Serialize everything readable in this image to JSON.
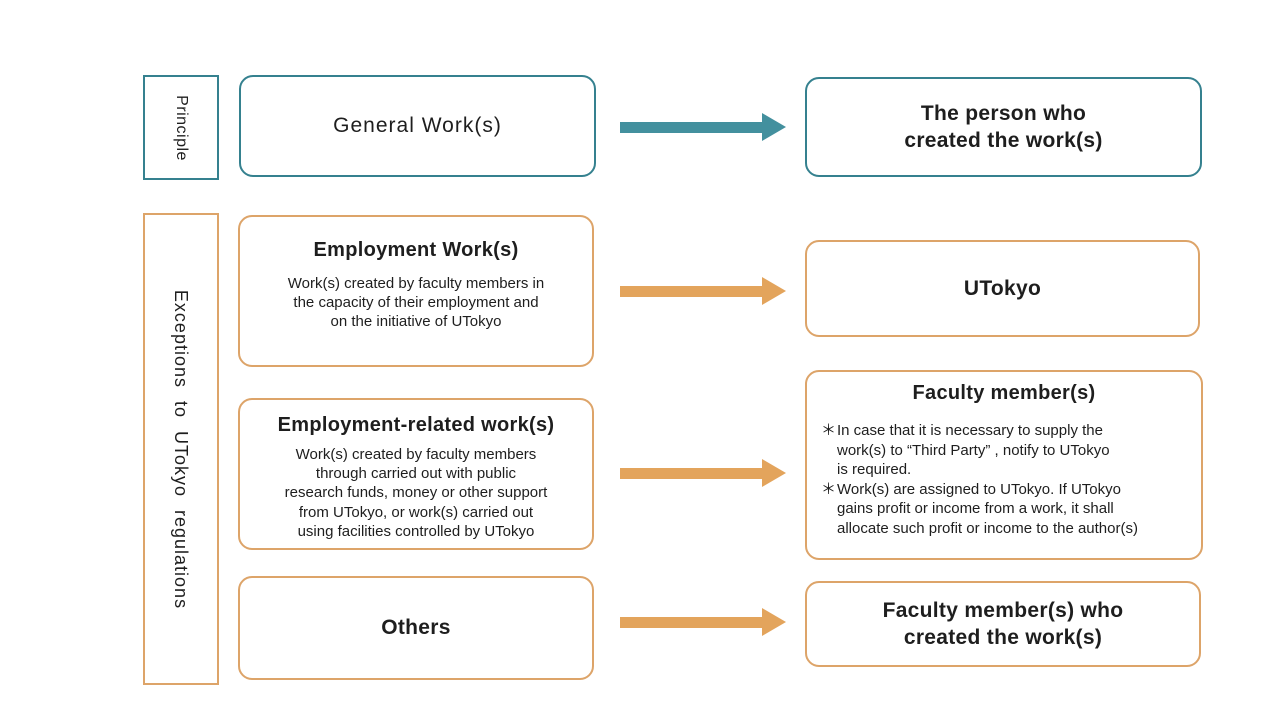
{
  "colors": {
    "teal": "#35818F",
    "teal_arrow": "#43909E",
    "orange": "#DDA469",
    "orange_arrow": "#E3A45C",
    "text": "#1e1e1e"
  },
  "left_labels": {
    "principle": "Principle",
    "exceptions": "Exceptions to UTokyo regulations"
  },
  "rows": {
    "general": {
      "label": "General Work(s)"
    },
    "person": {
      "label": "The person who\ncreated the work(s)"
    },
    "employment": {
      "title": "Employment Work(s)",
      "body": "Work(s) created by faculty members in\nthe capacity of their employment and\non the initiative of UTokyo"
    },
    "utokyo": {
      "label": "UTokyo"
    },
    "related": {
      "title": "Employment-related work(s)",
      "body": "Work(s) created by faculty members\nthrough carried out with public\nresearch funds, money or other support\nfrom UTokyo, or work(s) carried out\nusing facilities controlled by UTokyo"
    },
    "faculty": {
      "title": "Faculty member(s)",
      "notes": [
        {
          "marker": "＊",
          "text": "In case that it is necessary to supply the\nwork(s) to “Third Party” , notify to UTokyo\nis required."
        },
        {
          "marker": "＊",
          "text": "Work(s) are assigned to UTokyo. If UTokyo\ngains profit or income from a work, it shall\nallocate such profit or income to the author(s)"
        }
      ]
    },
    "others": {
      "label": "Others"
    },
    "faculty_who": {
      "label": "Faculty member(s) who\ncreated the work(s)"
    }
  }
}
